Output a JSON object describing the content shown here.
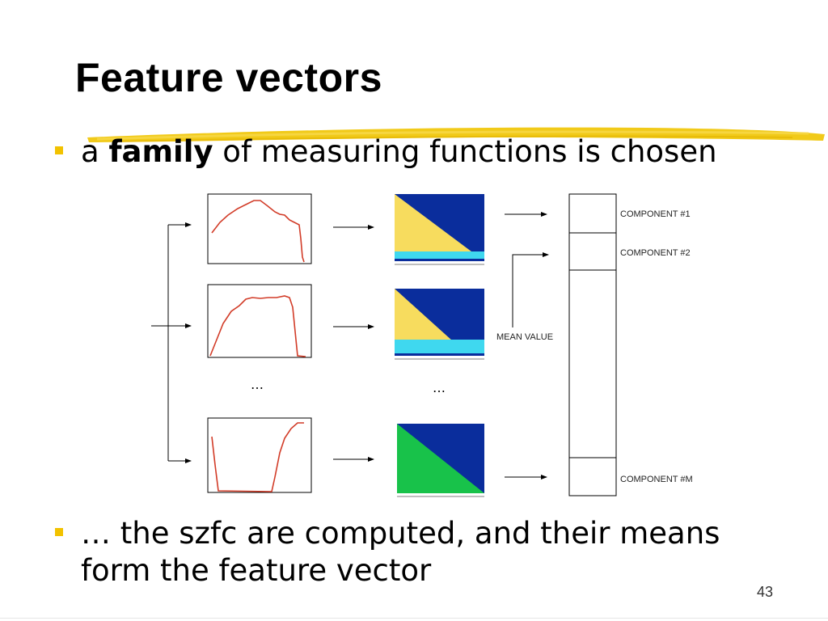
{
  "slide": {
    "title": "Feature vectors",
    "page_number": "43"
  },
  "bullets": [
    {
      "before": "a ",
      "bold": "family",
      "after": " of measuring functions is chosen"
    },
    {
      "line1": "… the szfc are computed, and their means",
      "line2": "form the feature vector"
    }
  ],
  "diagram": {
    "component_labels": [
      "COMPONENT #1",
      "COMPONENT #2",
      "COMPONENT #M"
    ],
    "mean_value_label": "MEAN VALUE",
    "ellipsis": "…"
  },
  "colors": {
    "bullet": "#f2c200",
    "highlight": "#f0c400",
    "curve": "#d23c28",
    "map_dark_blue": "#0a2d9c",
    "map_yellow": "#f7dc5e",
    "map_cyan": "#3fd8ef",
    "map_green": "#18c24a"
  }
}
